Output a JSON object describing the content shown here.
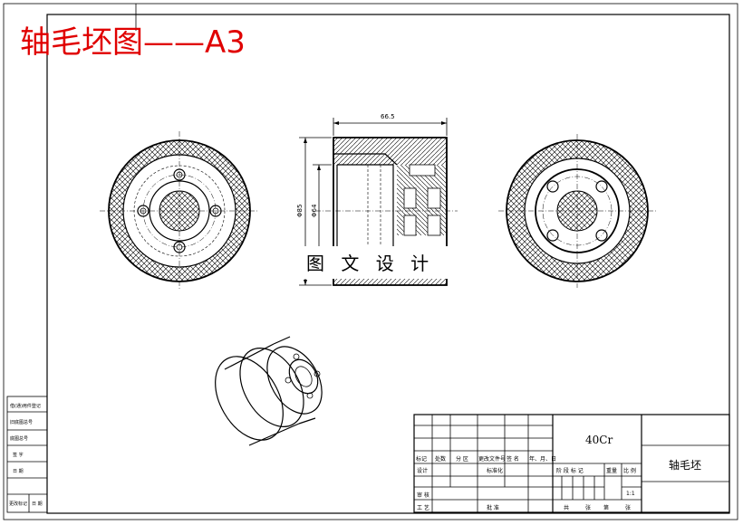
{
  "drawing_title": "轴毛坯图——A3",
  "watermark": "图 文 设 计",
  "dimensions": {
    "length": "66.5",
    "dia_outer": "Φ85",
    "dia_inner": "Φ64"
  },
  "title_block": {
    "material": "40Cr",
    "part_name": "轴毛坯",
    "scale": "1:1",
    "header_row": [
      "标记",
      "处数",
      "分 区",
      "更改文件号",
      "签 名",
      "年、月、日"
    ],
    "design": "设计",
    "standardization": "标准化",
    "stage_mark": "阶 段 标 记",
    "weight": "重量",
    "ratio": "比 例",
    "review": "审 核",
    "process": "工 艺",
    "approve": "批 准",
    "sheets": [
      "共",
      "张",
      "第",
      "张"
    ]
  },
  "side_strip": [
    "借(通)用件登记",
    "旧底图总号",
    "底图总号",
    "签 字",
    "日 期",
    "更改标记",
    "日 期"
  ],
  "colors": {
    "title": "#e00000",
    "hatch": "#000000"
  }
}
